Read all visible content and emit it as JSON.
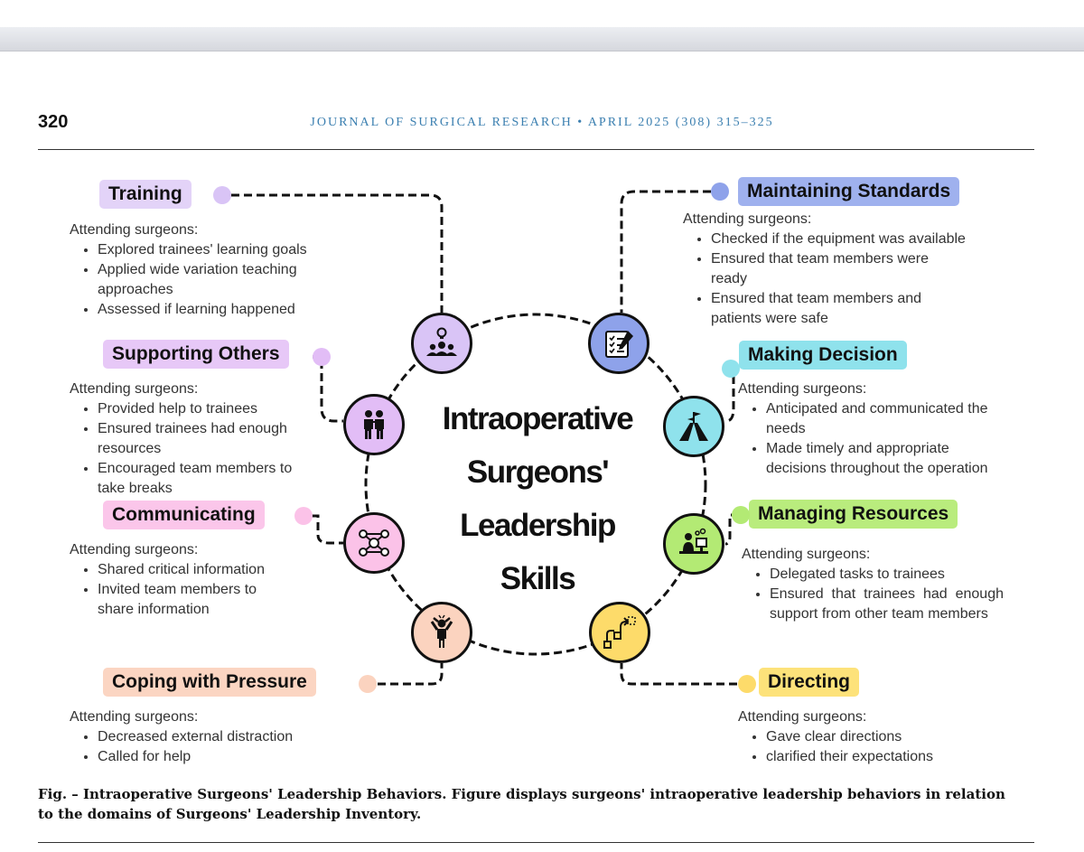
{
  "header": {
    "page_number": "320",
    "journal": "JOURNAL OF SURGICAL RESEARCH • APRIL 2025 (308) 315–325"
  },
  "figure": {
    "center_title": [
      "Intraoperative",
      "Surgeons'",
      "Leadership",
      "Skills"
    ],
    "domains": [
      {
        "id": "training",
        "title": "Training",
        "color": "#e3d3f8",
        "dot_color": "#d9c4f6",
        "icon": "lightbulb-group-icon",
        "intro": "Attending surgeons:",
        "items": [
          "Explored trainees' learning goals",
          "Applied wide variation teaching approaches",
          "Assessed if learning happened"
        ]
      },
      {
        "id": "maintaining-standards",
        "title": "Maintaining Standards",
        "color": "#9fb1ee",
        "dot_color": "#8ea2ea",
        "icon": "checklist-icon",
        "intro": "Attending surgeons:",
        "items": [
          "Checked if the equipment was available",
          "Ensured that team members were ready",
          "Ensured that team members and patients were safe"
        ]
      },
      {
        "id": "supporting-others",
        "title": "Supporting Others",
        "color": "#e7c8f7",
        "dot_color": "#e2bdf6",
        "icon": "people-support-icon",
        "intro": "Attending surgeons:",
        "items": [
          "Provided help to trainees",
          "Ensured trainees had enough resources",
          "Encouraged team members to take breaks"
        ]
      },
      {
        "id": "making-decision",
        "title": "Making Decision",
        "color": "#8fe2ec",
        "dot_color": "#8fe2ec",
        "icon": "crossroad-icon",
        "intro": "Attending surgeons:",
        "items": [
          "Anticipated and communicated the needs",
          "Made timely and appropriate decisions throughout the operation"
        ]
      },
      {
        "id": "communicating",
        "title": "Communicating",
        "color": "#fbc6ea",
        "dot_color": "#fbc2e8",
        "icon": "network-icon",
        "intro": "Attending surgeons:",
        "items": [
          "Shared critical information",
          "Invited team members to share information"
        ]
      },
      {
        "id": "managing-resources",
        "title": "Managing Resources",
        "color": "#b9ec7d",
        "dot_color": "#b3ea74",
        "icon": "workspace-icon",
        "intro": "Attending surgeons:",
        "items": [
          "Delegated tasks to trainees",
          "Ensured that trainees had enough support from other team members"
        ]
      },
      {
        "id": "coping-with-pressure",
        "title": "Coping with Pressure",
        "color": "#fbd5c2",
        "dot_color": "#fbd3bf",
        "icon": "stressed-person-icon",
        "intro": "Attending surgeons:",
        "items": [
          "Decreased external distraction",
          "Called for help"
        ]
      },
      {
        "id": "directing",
        "title": "Directing",
        "color": "#fde27a",
        "dot_color": "#fddb6a",
        "icon": "path-icon",
        "intro": "Attending surgeons:",
        "items": [
          "Gave clear directions",
          "clarified their expectations"
        ]
      }
    ]
  },
  "caption": "Fig. – Intraoperative Surgeons' Leadership Behaviors. Figure displays surgeons' intraoperative leadership behaviors in relation to the domains of Surgeons' Leadership Inventory."
}
